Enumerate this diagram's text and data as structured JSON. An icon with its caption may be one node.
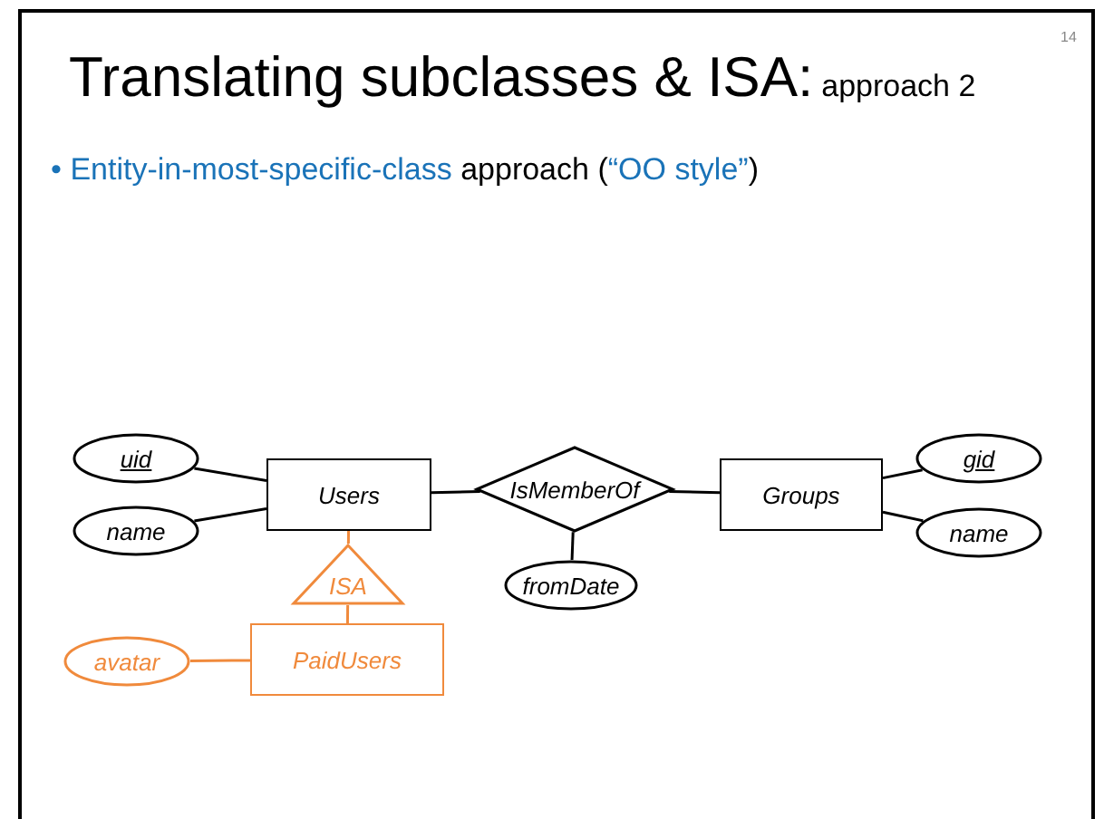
{
  "diagram": {
    "title": "Translating subclasses & ISA:",
    "nodes": [
      {
        "text": [
          "uid"
        ]
      },
      {
        "text": [
          "name"
        ]
      },
      {
        "text": [
          "Users"
        ]
      },
      {
        "text": [
          "IsMemberOf"
        ]
      },
      {
        "text": [
          "Groups"
        ]
      },
      {
        "text": [
          "gid"
        ]
      },
      {
        "text": [
          "name"
        ]
      },
      {
        "text": [
          "fromDate"
        ]
      },
      {
        "text": [
          "ISA"
        ]
      },
      {
        "text": [
          "avatar"
        ]
      },
      {
        "text": [
          "PaidUsers"
        ]
      }
    ],
    "edges": [
      {
        "from": 0,
        "to": 2,
        "arrow": "none"
      },
      {
        "from": 1,
        "to": 2,
        "arrow": "none"
      },
      {
        "from": 2,
        "to": 3,
        "arrow": "none"
      },
      {
        "from": 3,
        "to": 4,
        "arrow": "none"
      },
      {
        "from": 4,
        "to": 5,
        "arrow": "none"
      },
      {
        "from": 4,
        "to": 6,
        "arrow": "none"
      },
      {
        "from": 3,
        "to": 7,
        "arrow": "none"
      },
      {
        "from": 2,
        "to": 8,
        "arrow": "none",
        "color": "#f08a3c"
      },
      {
        "from": 8,
        "to": 10,
        "arrow": "none",
        "color": "#f08a3c"
      },
      {
        "from": 9,
        "to": 10,
        "arrow": "none",
        "color": "#f08a3c"
      }
    ],
    "labels": [
      "14",
      "approach 2",
      "•",
      "Entity-in-most-specific-class",
      "approach (",
      "“OO style”",
      ")"
    ]
  }
}
